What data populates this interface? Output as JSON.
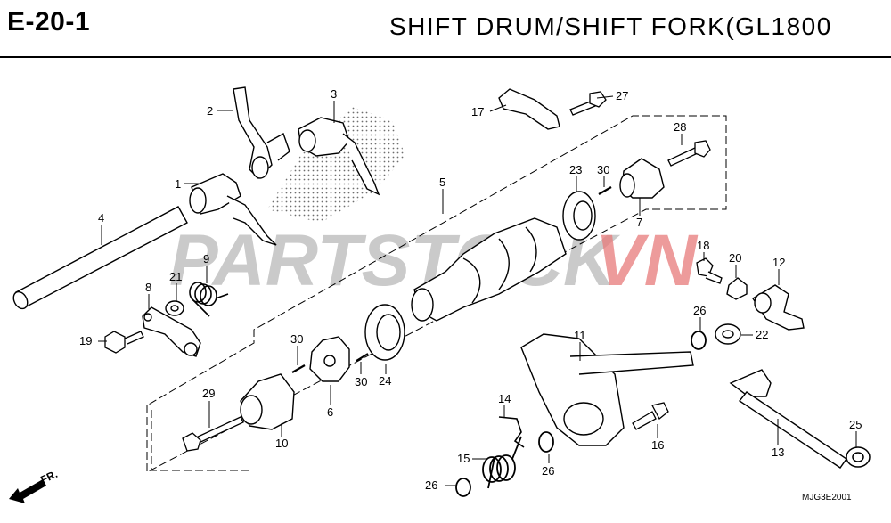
{
  "header": {
    "code": "E-20-1",
    "title": "SHIFT  DRUM/SHIFT  FORK(GL1800"
  },
  "watermark": {
    "part1": "PARTSTOCK",
    "part2": "VN",
    "color1": "#b9b9b9",
    "color2": "#e87a7a"
  },
  "callouts": {
    "p1": "1",
    "p2": "2",
    "p3": "3",
    "p4": "4",
    "p5": "5",
    "p6": "6",
    "p7": "7",
    "p8": "8",
    "p9": "9",
    "p10": "10",
    "p11": "11",
    "p12": "12",
    "p13": "13",
    "p14": "14",
    "p15": "15",
    "p16": "16",
    "p17": "17",
    "p18": "18",
    "p19": "19",
    "p20": "20",
    "p21": "21",
    "p22": "22",
    "p23": "23",
    "p24": "24",
    "p25": "25",
    "p26a": "26",
    "p26b": "26",
    "p26c": "26",
    "p27": "27",
    "p28": "28",
    "p29": "29",
    "p30a": "30",
    "p30b": "30",
    "p30c": "30"
  },
  "front_indicator": "FR.",
  "catalog_code": "MJG3E2001"
}
